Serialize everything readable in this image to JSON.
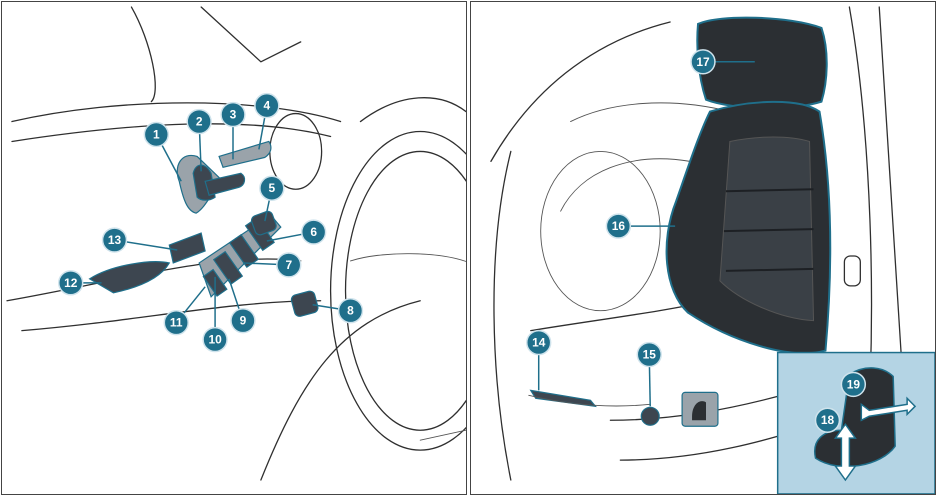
{
  "left_panel": {
    "callouts": [
      {
        "num": "1"
      },
      {
        "num": "2"
      },
      {
        "num": "3"
      },
      {
        "num": "4"
      },
      {
        "num": "5"
      },
      {
        "num": "6"
      },
      {
        "num": "7"
      },
      {
        "num": "8"
      },
      {
        "num": "9"
      },
      {
        "num": "10"
      },
      {
        "num": "11"
      },
      {
        "num": "12"
      },
      {
        "num": "13"
      }
    ]
  },
  "right_panel": {
    "callouts": [
      {
        "num": "14"
      },
      {
        "num": "15"
      },
      {
        "num": "16"
      },
      {
        "num": "17"
      },
      {
        "num": "18"
      },
      {
        "num": "19"
      }
    ]
  },
  "colors": {
    "callout_fill": "#1f6f8b",
    "control_dark": "#3d4650",
    "seat_fill": "#2b2f33",
    "inset_background": "#b4d4e4",
    "outline": "#2f2f2f"
  }
}
